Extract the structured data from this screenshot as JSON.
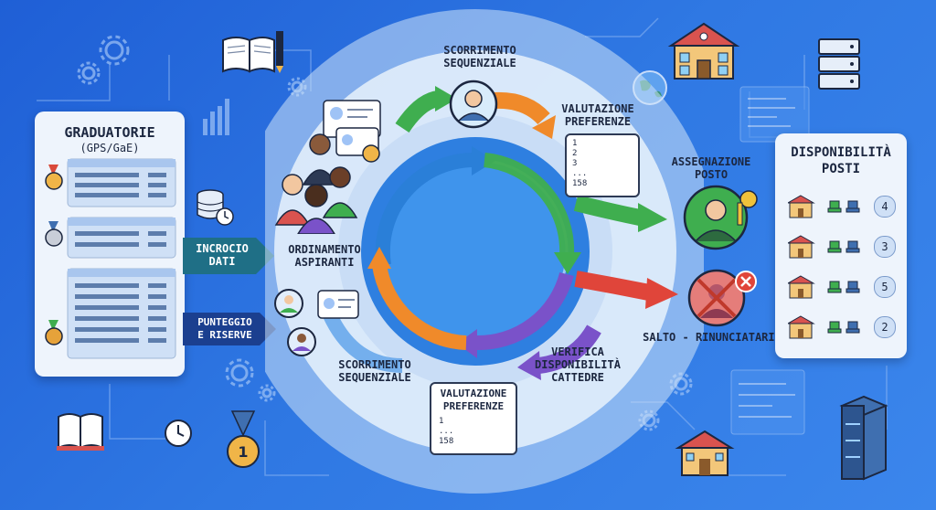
{
  "left_panel": {
    "title": "GRADUATORIE",
    "subtitle": "(GPS/GaE)"
  },
  "right_panel": {
    "title": "DISPONIBILITÀ\nPOSTI",
    "counts": [
      "4",
      "3",
      "5",
      "2"
    ]
  },
  "badges": {
    "incrocio": "INCROCIO\nDATI",
    "punteggio": "PUNTEGGIO\nE RISERVE"
  },
  "cycle": {
    "ordinamento": "ORDINAMENTO\nASPIRANTI",
    "scorrimento_top": "SCORRIMENTO\nSEQUENZIALE",
    "valutazione_top": "VALUTAZIONE\nPREFERENZE",
    "assegnazione": "ASSEGNAZIONE\nPOSTO",
    "salto": "SALTO - RINUNCIATARIO",
    "verifica": "VERIFICA\nDISPONIBILITÀ\nCATTEDRE",
    "valutazione_bottom": "VALUTAZIONE\nPREFERENZE",
    "scorrimento_bottom": "SCORRIMENTO\nSEQUENZIALE"
  },
  "pref_lists": {
    "top": [
      "1",
      "2",
      "3",
      "...",
      "158"
    ],
    "bottom": [
      "1",
      "...",
      "158"
    ]
  },
  "colors": {
    "background": "#2f78e3",
    "arrow_green": "#3fae4f",
    "arrow_orange": "#f08a2a",
    "arrow_blue": "#2a7fd8",
    "arrow_purple": "#7a52c9",
    "arrow_red": "#e0453a",
    "badge_teal": "#1f6f86",
    "badge_navy": "#1b3f8f"
  },
  "icons": [
    "gear-icon",
    "book-icon",
    "pen-icon",
    "school-icon",
    "server-icon",
    "globe-icon",
    "medal-icon",
    "clock-icon",
    "database-icon",
    "key-icon",
    "cross-icon",
    "person-icon"
  ]
}
